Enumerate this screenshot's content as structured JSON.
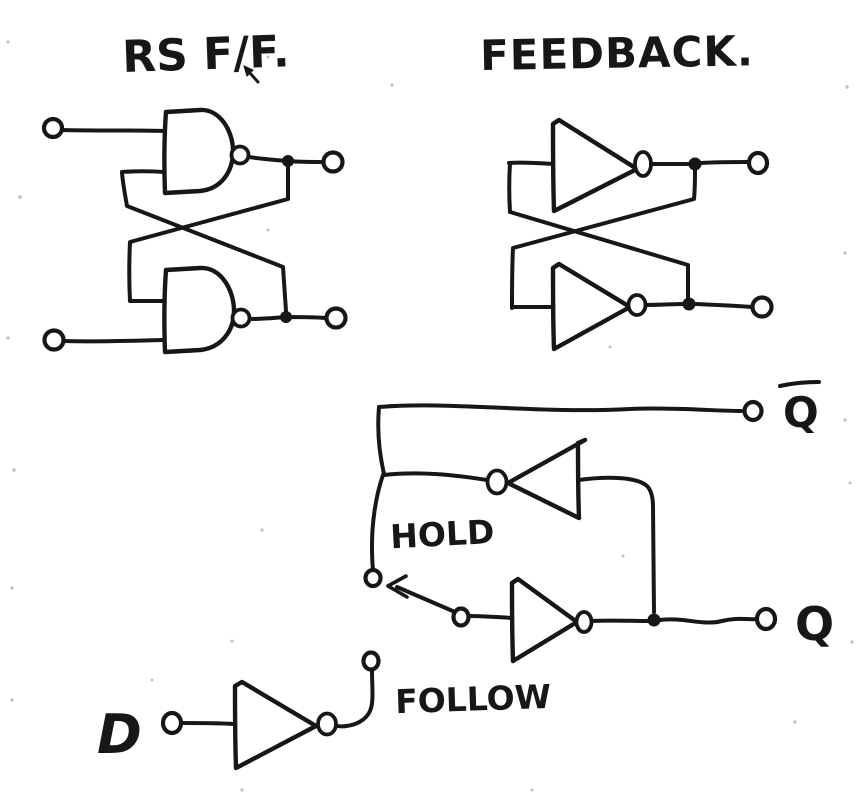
{
  "page": {
    "background": "#ffffff",
    "ink": "#171717"
  },
  "titles": {
    "rs_ff": "RS F/F.",
    "feedback": "FEEDBACK."
  },
  "labels": {
    "hold": "HOLD",
    "follow": "FOLLOW",
    "d": "D",
    "q": "Q",
    "q_bar": "Q",
    "q_bar_overline": true
  },
  "circuits": [
    {
      "id": "rs-flip-flop",
      "title": "RS F/F.",
      "gates": [
        "NAND",
        "NAND"
      ],
      "topology": "cross-coupled",
      "input_terminals": 2,
      "output_terminals": 2
    },
    {
      "id": "feedback-latch",
      "title": "FEEDBACK.",
      "gates": [
        "inverter",
        "inverter"
      ],
      "topology": "cross-coupled",
      "output_terminals": 2
    },
    {
      "id": "d-latch-with-switch",
      "gates": [
        "inverter (feedback, points left)",
        "inverter (forward)",
        "buffer (D input)"
      ],
      "switch_positions": [
        "HOLD",
        "FOLLOW"
      ],
      "outputs": [
        "Q",
        "Q-bar"
      ],
      "input": "D"
    }
  ]
}
